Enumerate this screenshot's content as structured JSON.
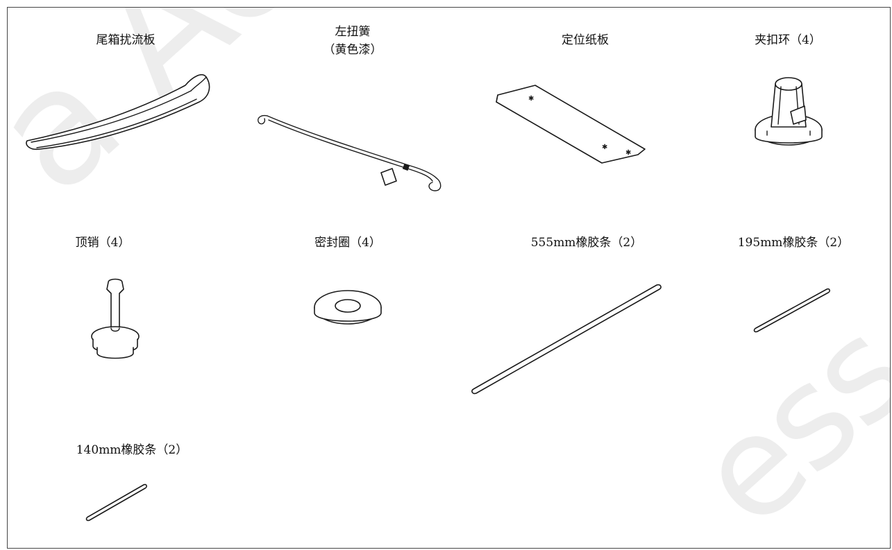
{
  "watermark": {
    "text_top_left": "a Access",
    "text_bottom_right": "ess"
  },
  "parts": [
    {
      "id": "spoiler",
      "label": "尾箱扰流板",
      "sublabel": ""
    },
    {
      "id": "left-torsion-spring",
      "label": "左扭簧",
      "sublabel": "（黄色漆）"
    },
    {
      "id": "positioning-cardboard",
      "label": "定位纸板",
      "sublabel": ""
    },
    {
      "id": "clip-ring",
      "label": "夹扣环（4）",
      "sublabel": ""
    },
    {
      "id": "top-pin",
      "label": "顶销（4）",
      "sublabel": ""
    },
    {
      "id": "seal-ring",
      "label": "密封圈（4）",
      "sublabel": ""
    },
    {
      "id": "rubber-strip-555",
      "label": "555mm橡胶条（2）",
      "sublabel": ""
    },
    {
      "id": "rubber-strip-195",
      "label": "195mm橡胶条（2）",
      "sublabel": ""
    },
    {
      "id": "rubber-strip-140",
      "label": "140mm橡胶条（2）",
      "sublabel": ""
    }
  ],
  "colors": {
    "line": "#1a1a1a",
    "border": "#444444",
    "watermark": "#ededed",
    "background": "#ffffff"
  }
}
